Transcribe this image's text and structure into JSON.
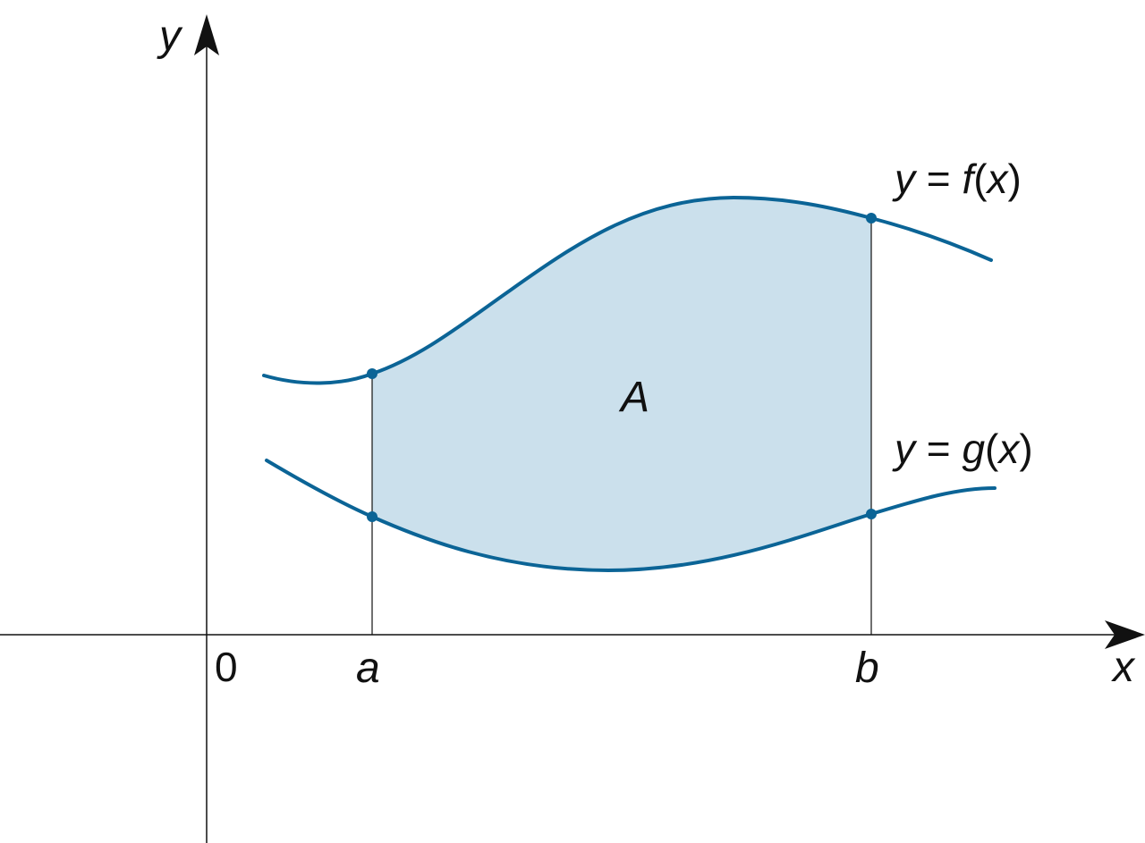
{
  "labels": {
    "y_axis": "y",
    "x_axis": "x",
    "origin": "0",
    "a": "a",
    "b": "b",
    "area": "A",
    "f_label": {
      "y": "y",
      "eq": " = ",
      "fn": "f",
      "open": "(",
      "var": "x",
      "close": ")"
    },
    "g_label": {
      "y": "y",
      "eq": " = ",
      "fn": "g",
      "open": "(",
      "var": "x",
      "close": ")"
    }
  },
  "colors": {
    "curve": "#0b6496",
    "fill": "#cbe0ec",
    "axis": "#111111",
    "point": "#0b6496"
  }
}
